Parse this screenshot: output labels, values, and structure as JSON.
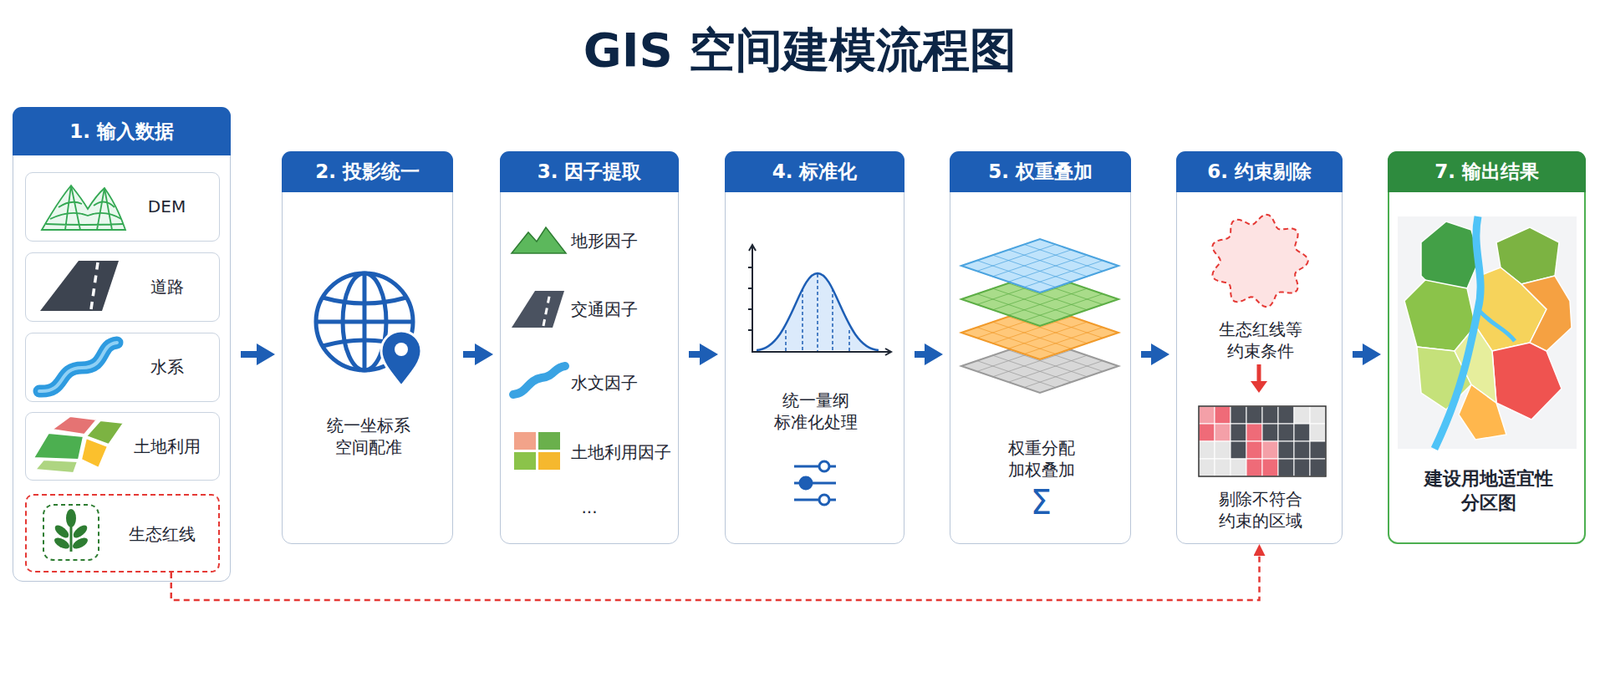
{
  "diagram": {
    "title": "GIS 空间建模流程图",
    "nodes": [
      {
        "text": [
          "1. 输入数据"
        ]
      },
      {
        "text": [
          "DEM"
        ],
        "in": 0
      },
      {
        "text": [
          "道路"
        ],
        "in": 0
      },
      {
        "text": [
          "水系"
        ],
        "in": 0
      },
      {
        "text": [
          "土地利用"
        ],
        "in": 0
      },
      {
        "text": [
          "生态红线"
        ],
        "in": 0
      },
      {
        "text": [
          "2. 投影统一",
          "统一坐标系 空间配准"
        ]
      },
      {
        "text": [
          "3. 因子提取",
          "地形因子",
          "交通因子",
          "水文因子",
          "土地利用因子",
          "..."
        ]
      },
      {
        "text": [
          "4. 标准化",
          "统一量纲 标准化处理"
        ]
      },
      {
        "text": [
          "5. 权重叠加",
          "权重分配 加权叠加",
          "Σ"
        ]
      },
      {
        "text": [
          "6. 约束剔除",
          "生态红线等 约束条件",
          "剔除不符合 约束的区域"
        ]
      },
      {
        "text": [
          "7. 输出结果",
          "建设用地适宜性 分区图"
        ]
      }
    ],
    "edges": [
      {
        "from": 0,
        "to": 6,
        "arrow": "to"
      },
      {
        "from": 6,
        "to": 7,
        "arrow": "to"
      },
      {
        "from": 7,
        "to": 8,
        "arrow": "to"
      },
      {
        "from": 8,
        "to": 9,
        "arrow": "to"
      },
      {
        "from": 9,
        "to": 10,
        "arrow": "to"
      },
      {
        "from": 10,
        "to": 11,
        "arrow": "to"
      },
      {
        "from": 5,
        "to": 10,
        "arrow": "to"
      }
    ]
  }
}
